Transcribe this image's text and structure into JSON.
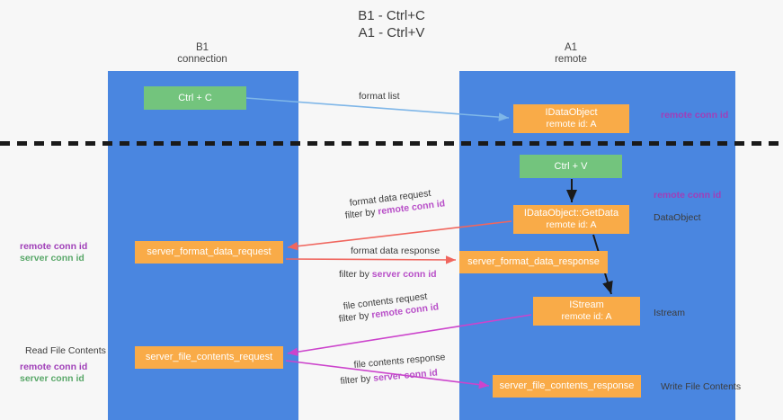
{
  "title": {
    "line1": "B1 - Ctrl+C",
    "line2": "A1 - Ctrl+V"
  },
  "lanes": [
    {
      "id": "b1",
      "name": "B1",
      "role": "connection",
      "color": "#4a86e0"
    },
    {
      "id": "a1",
      "name": "A1",
      "role": "remote",
      "color": "#4a86e0"
    }
  ],
  "colors": {
    "lane": "#4a86e0",
    "green_node": "#73c47d",
    "orange_node": "#f9ab48",
    "purple_text": "#a03fb8",
    "green_text": "#5aa86a",
    "grey_text": "#3c3c3c",
    "arrow_blue": "#7eb6e8",
    "arrow_red": "#f0665e",
    "arrow_magenta": "#cc44cc",
    "arrow_black": "#1a1a1a",
    "divider": "#1a1a1a"
  },
  "nodes": {
    "ctrl_c": {
      "label": "Ctrl + C",
      "color": "green"
    },
    "ctrl_v": {
      "label": "Ctrl + V",
      "color": "green"
    },
    "idataobject": {
      "line1": "IDataObject",
      "line2": "remote id: A",
      "color": "orange"
    },
    "getdata": {
      "line1": "IDataObject::GetData",
      "line2": "remote id: A",
      "color": "orange"
    },
    "istream": {
      "line1": "IStream",
      "line2": "remote id: A",
      "color": "orange"
    },
    "server_format_data_request": {
      "label": "server_format_data_request",
      "color": "orange"
    },
    "server_format_data_response": {
      "label": "server_format_data_response",
      "color": "orange"
    },
    "server_file_contents_request": {
      "label": "server_file_contents_request",
      "color": "orange"
    },
    "server_file_contents_response": {
      "label": "server_file_contents_response",
      "color": "orange"
    }
  },
  "edge_labels": {
    "format_list": "format list",
    "format_data_request": "format data request",
    "format_data_request_filter_prefix": "filter by ",
    "format_data_request_filter_key": "remote conn id",
    "format_data_response": "format data response",
    "format_data_response_filter_prefix": "filter by ",
    "format_data_response_filter_key": "server conn id",
    "file_contents_request": "file contents request",
    "file_contents_request_filter_prefix": "filter by ",
    "file_contents_request_filter_key": "remote conn id",
    "file_contents_response": "file contents response",
    "file_contents_response_filter_prefix": "filter by ",
    "file_contents_response_filter_key": "server conn id"
  },
  "annotations": {
    "right_remote_conn_id_top": "remote conn id",
    "right_remote_conn_id_mid": "remote conn id",
    "right_dataobject": "DataObject",
    "right_istream": "Istream",
    "right_write_file_contents": "Write File Contents",
    "left_remote_conn_id_mid": "remote conn id",
    "left_server_conn_id_mid": "server conn id",
    "left_read_file_contents": "Read File Contents",
    "left_remote_conn_id_bottom": "remote conn id",
    "left_server_conn_id_bottom": "server conn id"
  }
}
